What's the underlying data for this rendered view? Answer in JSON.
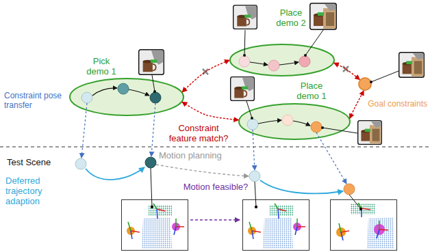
{
  "diagram": {
    "nodes": [
      {
        "text": [
          "Pick demo 1"
        ]
      },
      {
        "text": [
          "Place demo 2"
        ]
      },
      {
        "text": [
          "Place demo 1"
        ]
      },
      {
        "text": [
          "Goal constraints"
        ]
      }
    ],
    "edges": [
      {
        "from": 0,
        "to": 1,
        "arrow": "both"
      },
      {
        "from": 0,
        "to": 2,
        "arrow": "both"
      },
      {
        "from": 1,
        "to": 3,
        "arrow": "both"
      },
      {
        "from": 2,
        "to": 3,
        "arrow": "both"
      }
    ],
    "labels": [
      "Constraint pose transfer",
      "Constraint feature match?",
      "Test Scene",
      "Motion planning",
      "Deferred trajectory adaption",
      "Motion feasible?"
    ]
  }
}
